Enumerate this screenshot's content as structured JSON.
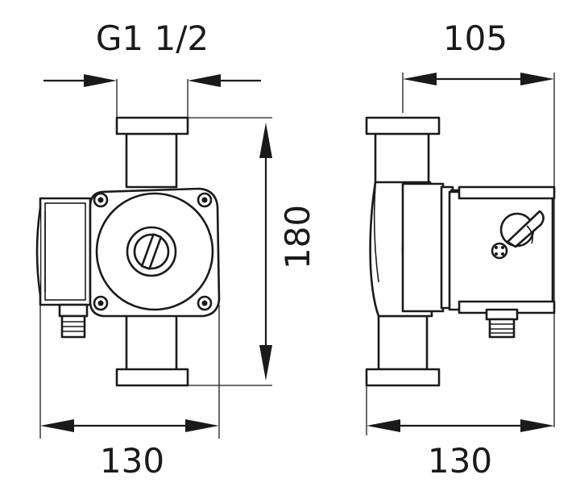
{
  "drawing": {
    "dimensions": {
      "thread": "G1 1/2",
      "depth": "105",
      "height": "180",
      "width_front": "130",
      "width_side": "130"
    },
    "colors": {
      "line": "#1a1a1a",
      "background": "#ffffff"
    }
  }
}
